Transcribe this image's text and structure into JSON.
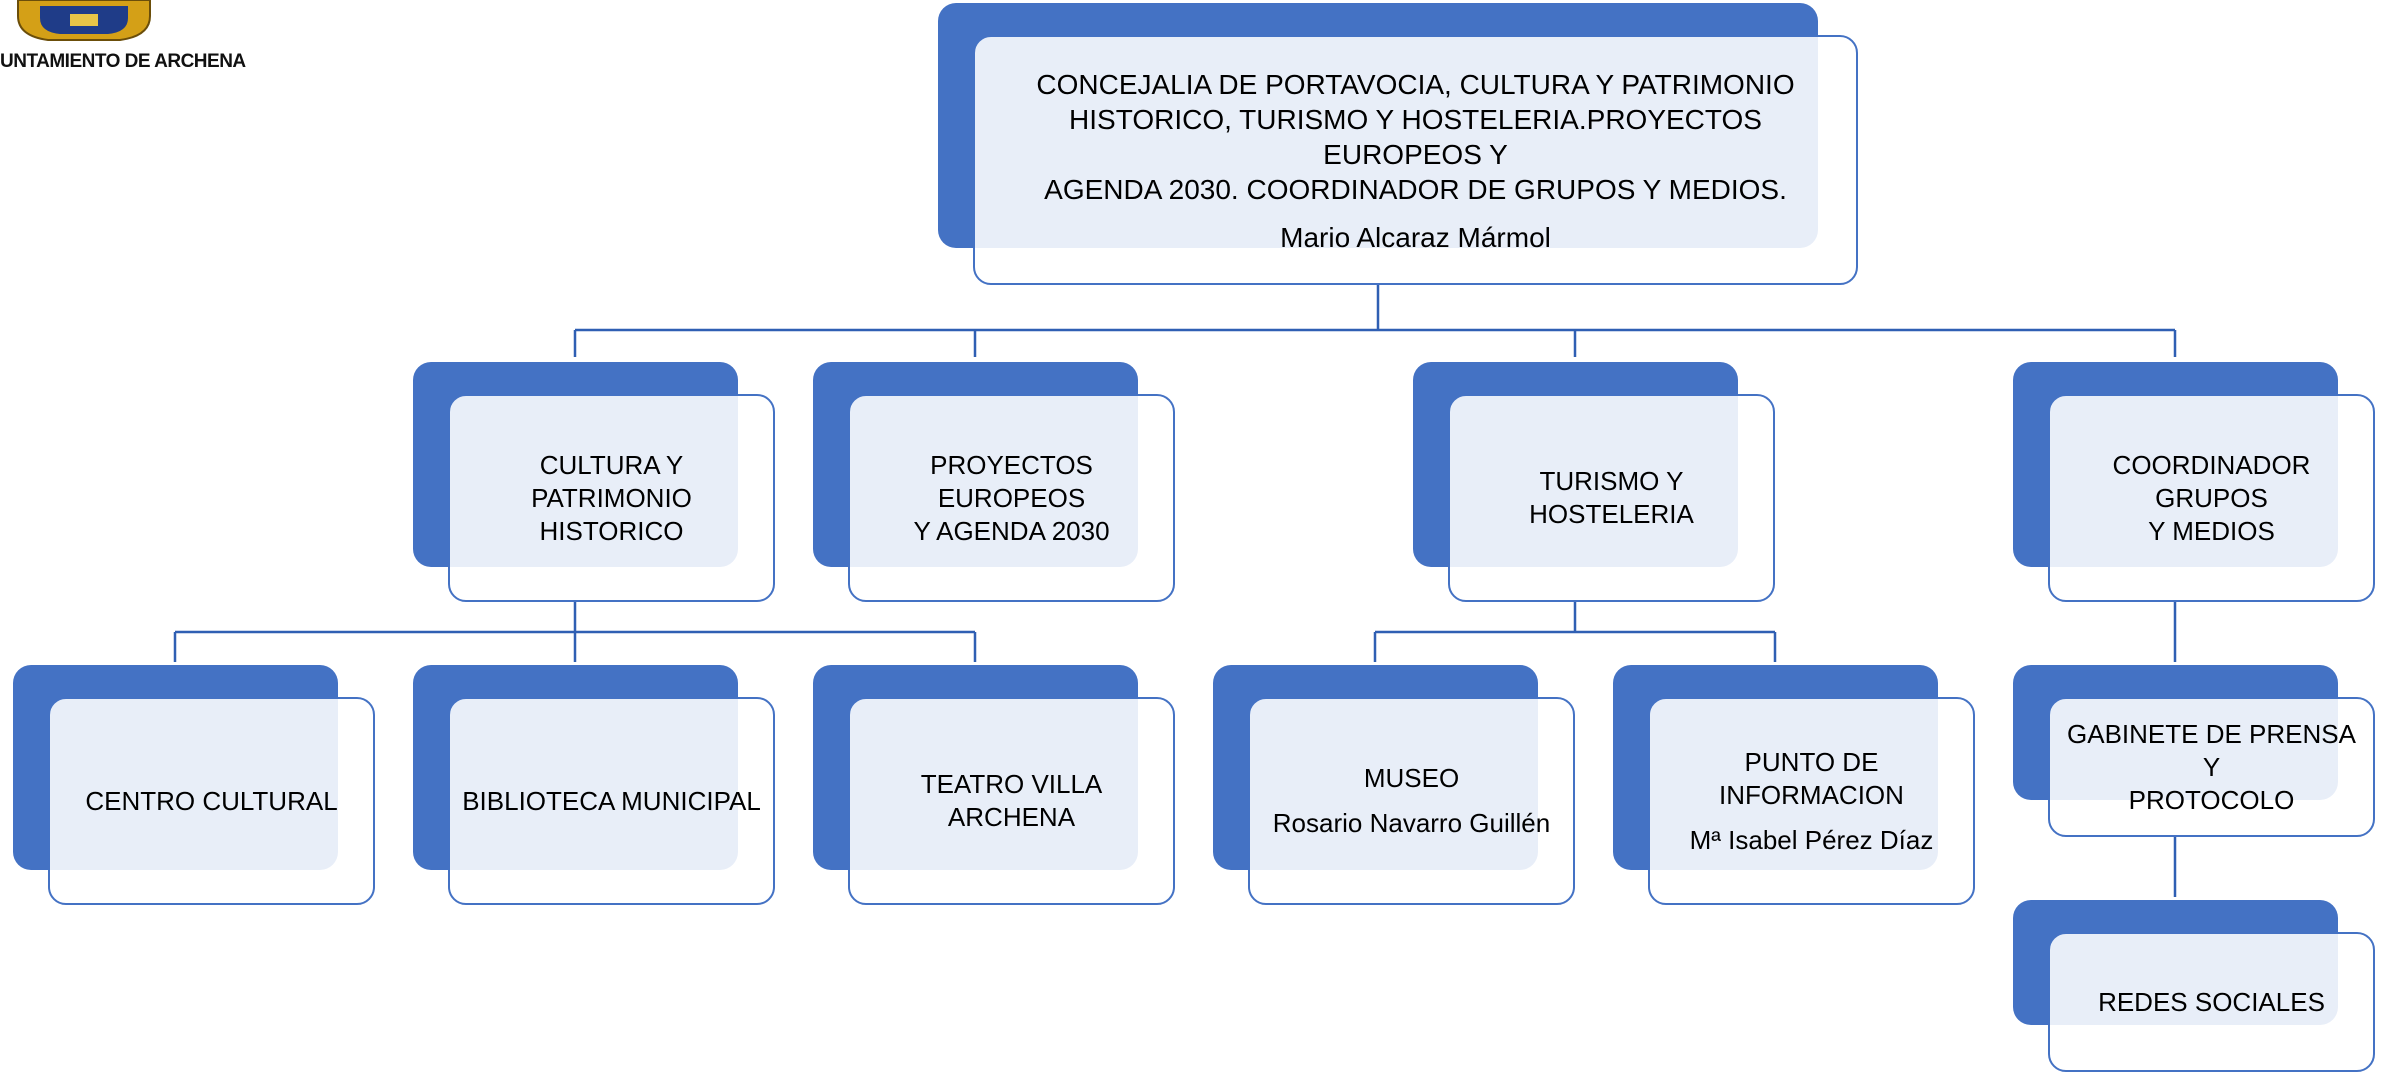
{
  "logo": {
    "text": "UNTAMIENTO DE ARCHENA"
  },
  "root": {
    "title": "CONCEJALIA DE  PORTAVOCIA, CULTURA Y PATRIMONIO\nHISTORICO, TURISMO Y HOSTELERIA.PROYECTOS EUROPEOS Y\nAGENDA 2030. COORDINADOR DE GRUPOS Y MEDIOS.",
    "person": "Mario Alcaraz Mármol"
  },
  "level1": {
    "cultura": {
      "title": "CULTURA Y\nPATRIMONIO\nHISTORICO"
    },
    "proyectos": {
      "title": "PROYECTOS EUROPEOS\nY AGENDA 2030"
    },
    "turismo": {
      "title": "TURISMO Y HOSTELERIA"
    },
    "coordinador": {
      "title": "COORDINADOR GRUPOS\nY MEDIOS"
    }
  },
  "level2": {
    "centro_cultural": {
      "title": "CENTRO CULTURAL"
    },
    "biblioteca": {
      "title": "BIBLIOTECA MUNICIPAL"
    },
    "teatro": {
      "title": "TEATRO VILLA ARCHENA"
    },
    "museo": {
      "title": "MUSEO",
      "person": "Rosario Navarro Guillén"
    },
    "punto_informacion": {
      "title": "PUNTO DE\nINFORMACION",
      "person": "Mª Isabel Pérez Díaz"
    },
    "gabinete": {
      "title": "GABINETE DE PRENSA Y\nPROTOCOLO"
    }
  },
  "level3": {
    "redes": {
      "title": "REDES SOCIALES"
    }
  },
  "colors": {
    "accent": "#4472C4",
    "line": "#2F5FB3",
    "card_fill": "#EEF2FA"
  }
}
